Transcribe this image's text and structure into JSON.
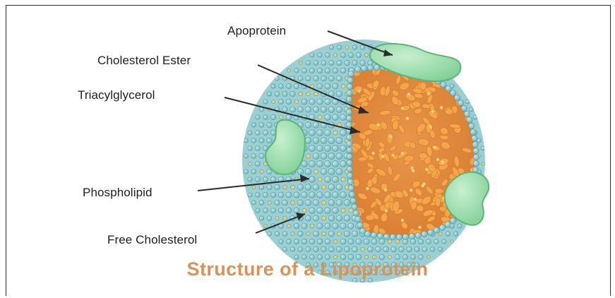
{
  "title": "Structure of a Lipoprotein",
  "labels": {
    "apoprotein": "Apoprotein",
    "cholesterol_ester": "Cholesterol Ester",
    "triacylglycerol": "Triacylglycerol",
    "phospholipid": "Phospholipid",
    "free_cholesterol": "Free Cholesterol"
  },
  "colors": {
    "title": "#d9925a",
    "shell_bead": "#8ec9cf",
    "shell_bead_edge": "#4f98a3",
    "cholesterol_bead": "#e9d277",
    "core": "#ef9a45",
    "core_droplet": "#f6a84c",
    "apoprotein": "#9fdcac",
    "apoprotein_edge": "#5cb47a",
    "label_text": "#1e1e1e"
  }
}
